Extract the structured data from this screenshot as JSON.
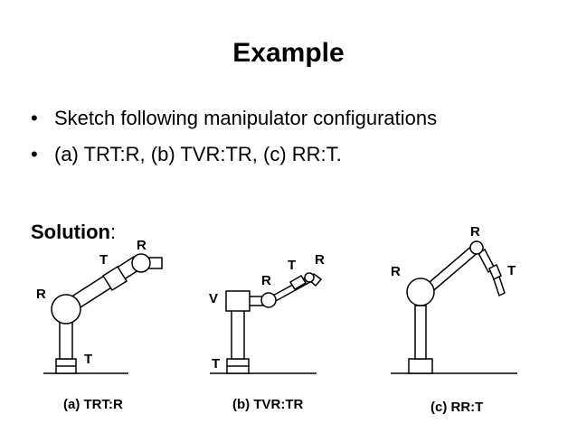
{
  "slide": {
    "title": "Example",
    "bullets": [
      "Sketch following manipulator configurations",
      "(a) TRT:R, (b) TVR:TR, (c) RR:T."
    ],
    "solution_label": "Solution",
    "solution_colon": ":"
  },
  "figures": {
    "a": {
      "caption": "(a) TRT:R",
      "labels": {
        "top_r": "R",
        "upper_t": "T",
        "left_r": "R",
        "base_t": "T"
      }
    },
    "b": {
      "caption": "(b) TVR:TR",
      "labels": {
        "top_r": "R",
        "mid_t": "T",
        "mid_r": "R",
        "left_v": "V",
        "base_t": "T"
      }
    },
    "c": {
      "caption": "(c) RR:T",
      "labels": {
        "top_r": "R",
        "right_t": "T",
        "left_r": "R"
      }
    }
  }
}
